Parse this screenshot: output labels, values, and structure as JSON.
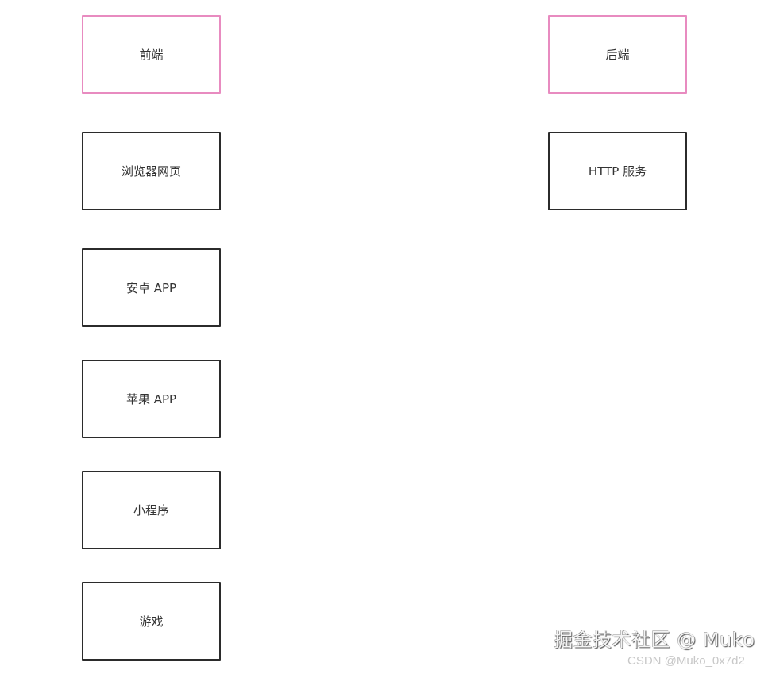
{
  "colors": {
    "header_border": "#e88bc0",
    "box_border": "#2b2b2b"
  },
  "frontend": {
    "header": "前端",
    "items": [
      "浏览器网页",
      "安卓 APP",
      "苹果 APP",
      "小程序",
      "游戏"
    ]
  },
  "backend": {
    "header": "后端",
    "items": [
      "HTTP 服务"
    ]
  },
  "watermark": {
    "line1": "掘金技术社区 @ Muko",
    "line2": "CSDN @Muko_0x7d2"
  }
}
